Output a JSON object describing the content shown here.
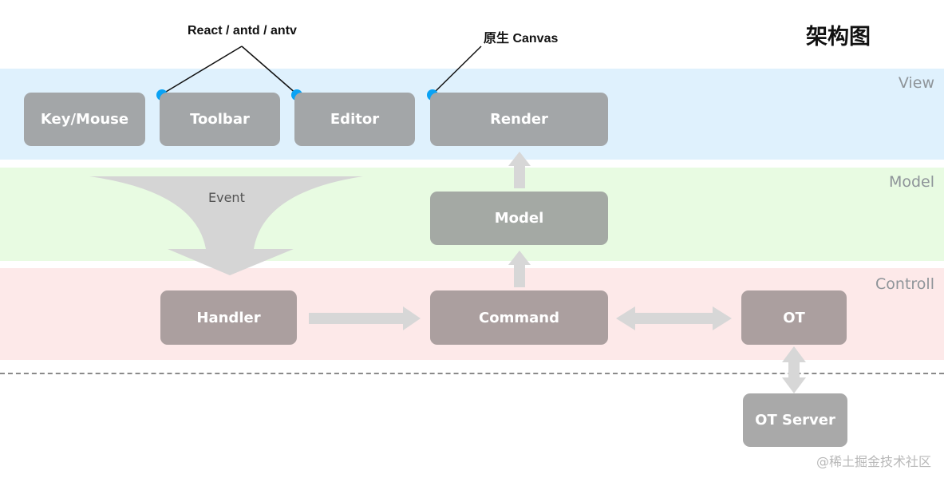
{
  "title": "架构图",
  "annotations": {
    "react_stack": "React / antd / antv",
    "native_canvas": "原生 Canvas"
  },
  "layers": {
    "view": "View",
    "model": "Model",
    "controll": "Controll"
  },
  "boxes": {
    "key_mouse": "Key/Mouse",
    "toolbar": "Toolbar",
    "editor": "Editor",
    "render": "Render",
    "model": "Model",
    "handler": "Handler",
    "command": "Command",
    "ot": "OT",
    "ot_server": "OT Server"
  },
  "event_label": "Event",
  "watermark": "@稀土掘金技术社区",
  "colors": {
    "view_band": "#dff1fd",
    "model_band": "#e8fbe2",
    "controll_band": "#fde9e9",
    "marker_dot": "#0aa2f4",
    "arrow": "#d6d6d6"
  }
}
